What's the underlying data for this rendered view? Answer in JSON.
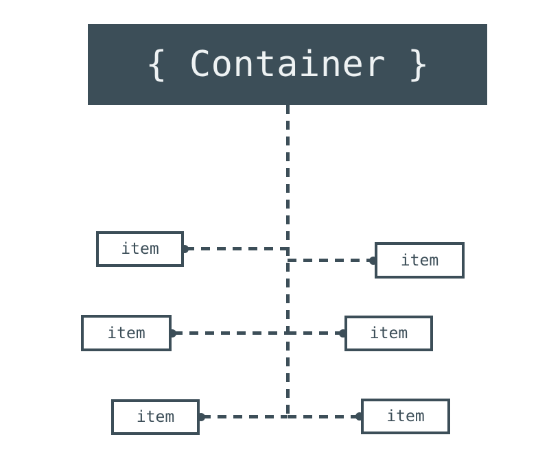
{
  "diagram": {
    "container": {
      "label": "{ Container }"
    },
    "items": [
      {
        "label": "item",
        "side": "left",
        "row": 1
      },
      {
        "label": "item",
        "side": "right",
        "row": 1
      },
      {
        "label": "item",
        "side": "left",
        "row": 2
      },
      {
        "label": "item",
        "side": "right",
        "row": 2
      },
      {
        "label": "item",
        "side": "left",
        "row": 3
      },
      {
        "label": "item",
        "side": "right",
        "row": 3
      }
    ],
    "colors": {
      "ink": "#3c4e58",
      "container_fill": "#3c4e58",
      "container_text": "#eef2f3",
      "background": "#ffffff"
    }
  }
}
